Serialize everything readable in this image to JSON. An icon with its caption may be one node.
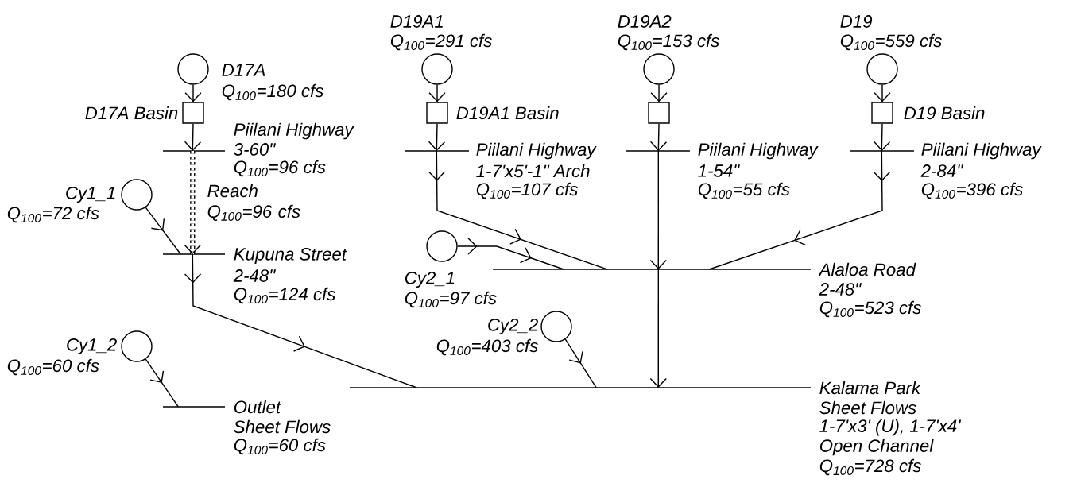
{
  "diagram": {
    "nodes": [
      {
        "text": [],
        "shape": "circle",
        "beside": [
          "D17A",
          "Q$_{100}$=180 cfs"
        ]
      },
      {
        "text": [],
        "shape": "box",
        "beside": [
          "D17A Basin"
        ]
      },
      {
        "text": [],
        "shape": "bar",
        "beside": [
          "Piilani Highway",
          "3-60\"",
          "Q$_{100}$=96 cfs"
        ]
      },
      {
        "text": [],
        "shape": "circle",
        "beside": [
          "Cy1_1",
          "Q$_{100}$=72 cfs"
        ]
      },
      {
        "text": [],
        "shape": "bar",
        "beside": [
          "Kupuna Street",
          "2-48\"",
          "Q$_{100}$=124 cfs"
        ]
      },
      {
        "text": [],
        "shape": "circle",
        "beside": [
          "D19A1",
          "Q$_{100}$=291 cfs"
        ]
      },
      {
        "text": [],
        "shape": "box",
        "beside": [
          "D19A1 Basin"
        ]
      },
      {
        "text": [],
        "shape": "bar",
        "beside": [
          "Piilani Highway",
          "1-7'x5'-1\" Arch",
          "Q$_{100}$=107 cfs"
        ]
      },
      {
        "text": [],
        "shape": "circle",
        "beside": [
          "D19A2",
          "Q$_{100}$=153 cfs"
        ]
      },
      {
        "text": [],
        "shape": "box"
      },
      {
        "text": [],
        "shape": "bar",
        "beside": [
          "Piilani Highway",
          "1-54\"",
          "Q$_{100}$=55 cfs"
        ]
      },
      {
        "text": [],
        "shape": "circle",
        "beside": [
          "D19",
          "Q$_{100}$=559 cfs"
        ]
      },
      {
        "text": [],
        "shape": "box",
        "beside": [
          "D19 Basin"
        ]
      },
      {
        "text": [],
        "shape": "bar",
        "beside": [
          "Piilani Highway",
          "2-84\"",
          "Q$_{100}$=396 cfs"
        ]
      },
      {
        "text": [],
        "shape": "circle",
        "beside": [
          "Cy2_1",
          "Q$_{100}$=97 cfs"
        ]
      },
      {
        "text": [],
        "shape": "bar",
        "beside": [
          "Alaloa Road",
          "2-48\"",
          "Q$_{100}$=523 cfs"
        ]
      },
      {
        "text": [],
        "shape": "circle",
        "beside": [
          "Cy1_2",
          "Q$_{100}$=60 cfs"
        ]
      },
      {
        "text": [],
        "shape": "bar",
        "beside": [
          "Outlet",
          "Sheet Flows",
          "Q$_{100}$=60 cfs"
        ]
      },
      {
        "text": [],
        "shape": "circle",
        "beside": [
          "Cy2_2",
          "Q$_{100}$=403 cfs"
        ]
      },
      {
        "text": [],
        "shape": "bar",
        "beside": [
          "Kalama Park",
          "Sheet Flows",
          "1-7'x3' (U), 1-7'x4'",
          "Open Channel",
          "Q$_{100}$=728 cfs"
        ]
      }
    ],
    "edges": [
      {
        "from": 0,
        "to": 1,
        "arrow": "to"
      },
      {
        "from": 1,
        "to": 2,
        "arrow": "to"
      },
      {
        "from": 2,
        "to": 4,
        "arrow": "to",
        "style": "dashed",
        "label": "Reach Q$_{100}$=96 cfs"
      },
      {
        "from": 3,
        "to": 4,
        "arrow": "to"
      },
      {
        "from": 4,
        "to": 19,
        "arrow": "to"
      },
      {
        "from": 5,
        "to": 6,
        "arrow": "to"
      },
      {
        "from": 6,
        "to": 7,
        "arrow": "to"
      },
      {
        "from": 7,
        "to": 15,
        "arrow": "to"
      },
      {
        "from": 8,
        "to": 9,
        "arrow": "to"
      },
      {
        "from": 9,
        "to": 10,
        "arrow": "to"
      },
      {
        "from": 10,
        "to": 15,
        "arrow": "to"
      },
      {
        "from": 11,
        "to": 12,
        "arrow": "to"
      },
      {
        "from": 12,
        "to": 13,
        "arrow": "to"
      },
      {
        "from": 13,
        "to": 15,
        "arrow": "to"
      },
      {
        "from": 14,
        "to": 15,
        "arrow": "to"
      },
      {
        "from": 15,
        "to": 19,
        "arrow": "to"
      },
      {
        "from": 16,
        "to": 17,
        "arrow": "to"
      },
      {
        "from": 18,
        "to": 19,
        "arrow": "to"
      }
    ]
  }
}
